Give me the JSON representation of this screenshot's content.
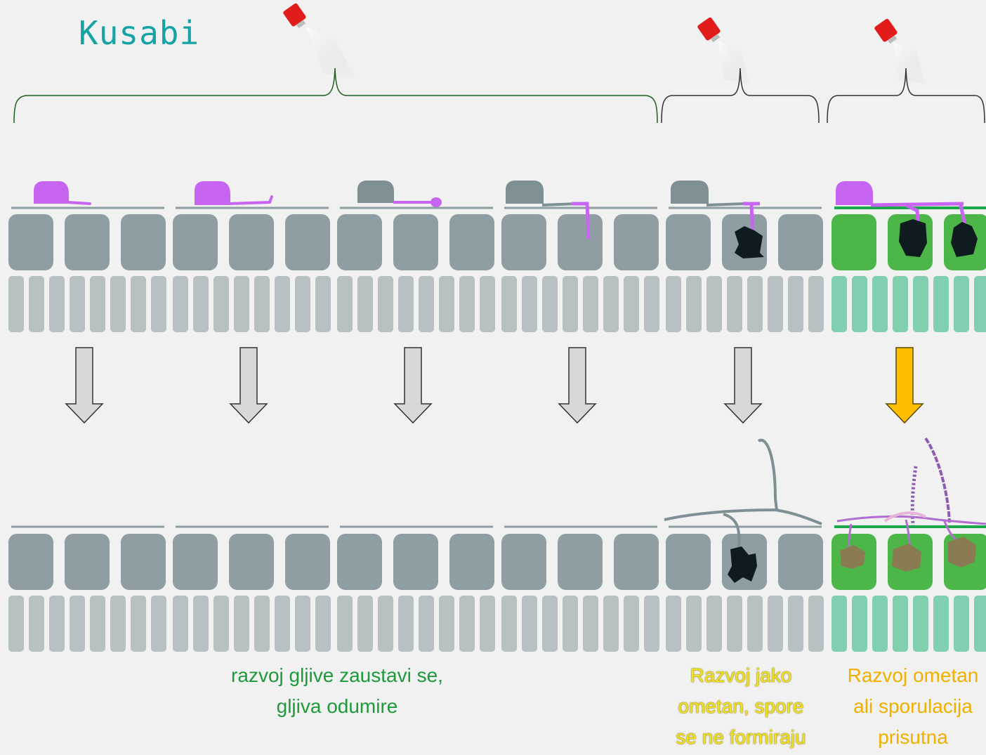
{
  "brand": {
    "logo_text": "Kusabi"
  },
  "captions": {
    "green": [
      "razvoj gljive zaustavi se,",
      "gljiva odumire"
    ],
    "yellow": [
      "Razvoj jako",
      "ometan, spore",
      "se ne formiraju"
    ],
    "orange": [
      "Razvoj ometan",
      "ali  sporulacija",
      "prisutna"
    ]
  },
  "colors": {
    "background": "#f1f1f1",
    "grey_cell": "#8f9ea2",
    "grey_cell_lower": "#b7c0c3",
    "green_cell": "#4cb648",
    "green_cell_lower": "#80cfae",
    "fungus_active": "#c765f2",
    "fungus_dead": "#7f9095",
    "lesion": "#0e1c1f",
    "sporulation": "#8b7b52",
    "arrow_grey": "#d8d8d8",
    "arrow_orange": "#ffbf00",
    "brace_green": "#1e5f1e",
    "brace_dark": "#333333",
    "caption_green": "#1d9a3a",
    "caption_yellow": "#f1e21c",
    "caption_orange": "#f1b000"
  },
  "icons": {
    "sprayer": "spray-bottle-icon",
    "arrow": "down-arrow-icon"
  }
}
